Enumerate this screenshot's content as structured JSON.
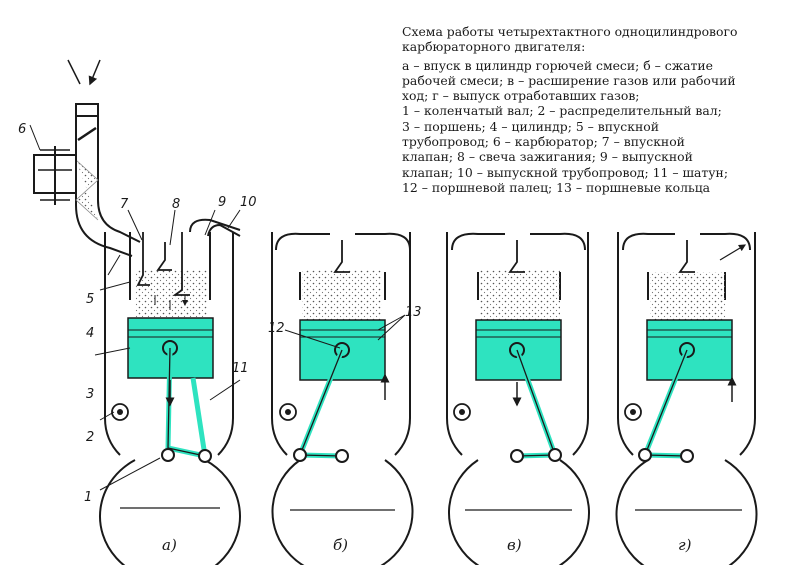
{
  "caption": {
    "title": "Схема работы четырехтактного одноцилиндрового карбюраторного двигателя:",
    "lines": [
      "а – впуск в цилиндр горючей смеси; б – сжатие",
      "рабочей смеси; в – расширение газов или рабочий",
      "ход; г – выпуск отработавших газов;",
      "1 – коленчатый вал; 2 – распределительный вал;",
      "3 – поршень; 4 – цилиндр; 5 – впускной",
      "трубопровод; 6 – карбюратор; 7 – впускной",
      "клапан; 8 – свеча зажигания; 9 – выпускной",
      "клапан; 10 – выпускной трубопровод; 11 – шатун;",
      "12 – поршневой палец; 13 – поршневые кольца"
    ]
  },
  "callouts": {
    "n1": "1",
    "n2": "2",
    "n3": "3",
    "n4": "4",
    "n5": "5",
    "n6": "6",
    "n7": "7",
    "n8": "8",
    "n9": "9",
    "n10": "10",
    "n11": "11",
    "n12": "12",
    "n13": "13"
  },
  "phases": {
    "a": "а)",
    "b": "б)",
    "v": "в)",
    "g": "г)"
  },
  "colors": {
    "piston": "#2ee3c0",
    "line": "#1a1a1a",
    "mixture": "#555555"
  }
}
